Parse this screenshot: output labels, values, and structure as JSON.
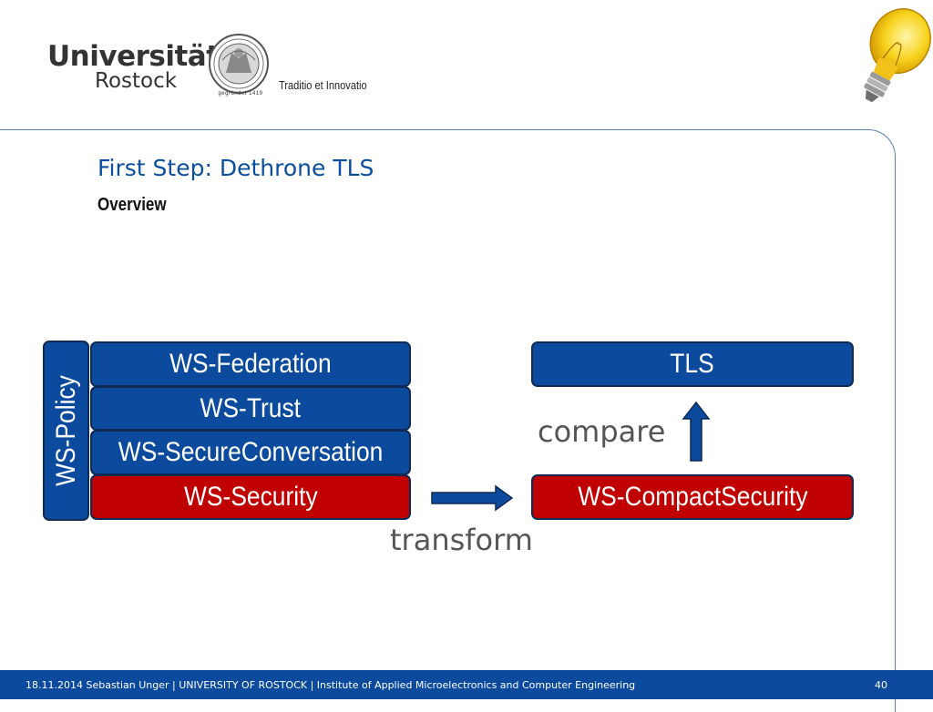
{
  "header": {
    "logo_line1": "Universität",
    "logo_line2": "Rostock",
    "seal_caption": "gegründet 1419",
    "motto": "Traditio et Innovatio"
  },
  "slide": {
    "title": "First Step: Dethrone TLS",
    "subtitle": "Overview"
  },
  "diagram": {
    "policy_label": "WS-Policy",
    "stack": {
      "federation": "WS-Federation",
      "trust": "WS-Trust",
      "secure_conversation": "WS-SecureConversation",
      "security": "WS-Security"
    },
    "target": {
      "tls": "TLS",
      "compact_security": "WS-CompactSecurity"
    },
    "compare_label": "compare",
    "transform_label": "transform"
  },
  "colors": {
    "accent_blue": "#0b4a9c",
    "accent_red": "#c00000",
    "title_blue": "#0b4e9e"
  },
  "footer": {
    "text": "18.11.2014  Sebastian Unger | UNIVERSITY OF ROSTOCK | Institute of Applied Microelectronics and Computer Engineering",
    "page_number": "40"
  }
}
